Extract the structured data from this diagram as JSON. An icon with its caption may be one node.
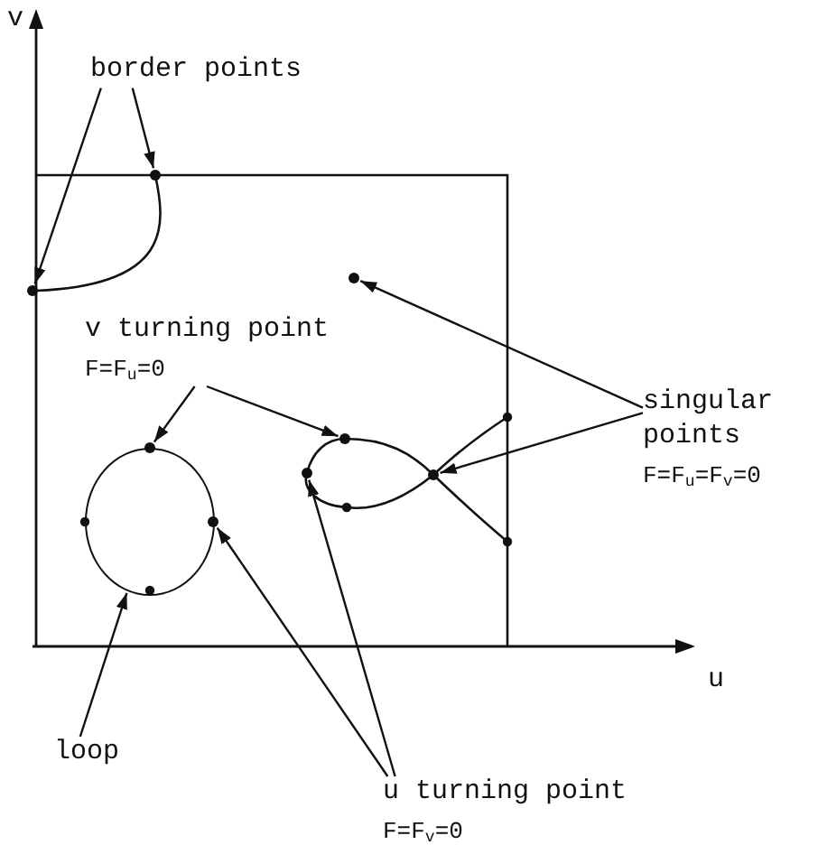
{
  "diagram": {
    "nodes": [
      {
        "text": [
          "border points"
        ]
      },
      {
        "text": [],
        "shape": "circle"
      },
      {
        "text": [],
        "shape": "circle"
      },
      {
        "text": [
          "v turning point",
          "F=F$_{u}$=0"
        ]
      },
      {
        "text": [],
        "shape": "circle"
      },
      {
        "text": [],
        "shape": "circle"
      },
      {
        "text": [
          "singular points",
          "F=F$_{u}$=F$_{v}$=0"
        ]
      },
      {
        "text": [],
        "shape": "circle"
      },
      {
        "text": [],
        "shape": "circle"
      },
      {
        "text": [
          "loop"
        ]
      },
      {
        "text": [],
        "shape": "circle"
      },
      {
        "text": [
          "u turning point",
          "F=F$_{v}$=0"
        ]
      },
      {
        "text": [],
        "shape": "circle"
      },
      {
        "text": [],
        "shape": "circle"
      }
    ],
    "edges": [
      {
        "from": 0,
        "to": 1,
        "arrow": "to"
      },
      {
        "from": 0,
        "to": 2,
        "arrow": "to"
      },
      {
        "from": 3,
        "to": 4,
        "arrow": "to"
      },
      {
        "from": 3,
        "to": 5,
        "arrow": "to"
      },
      {
        "from": 6,
        "to": 7,
        "arrow": "to"
      },
      {
        "from": 6,
        "to": 8,
        "arrow": "to"
      },
      {
        "from": 9,
        "to": 10,
        "arrow": "to"
      },
      {
        "from": 11,
        "to": 12,
        "arrow": "to"
      },
      {
        "from": 11,
        "to": 13,
        "arrow": "to"
      }
    ],
    "labels": [
      "v",
      "u"
    ]
  }
}
